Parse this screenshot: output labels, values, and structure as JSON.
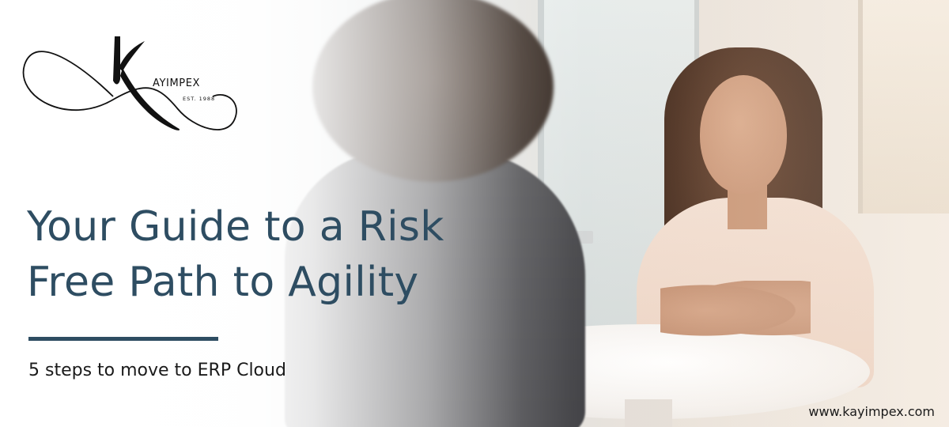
{
  "logo": {
    "letter": "K",
    "brand": "AYIMPEX",
    "est": "EST. 1988"
  },
  "headline": {
    "line1": "Your Guide to a Risk",
    "line2": "Free Path to Agility"
  },
  "subtitle": "5 steps to move to ERP Cloud",
  "website": "www.kayimpex.com",
  "colors": {
    "headline": "#2e4d62",
    "divider": "#2e4d62",
    "body_text": "#1a1a1a",
    "logo": "#111111"
  }
}
